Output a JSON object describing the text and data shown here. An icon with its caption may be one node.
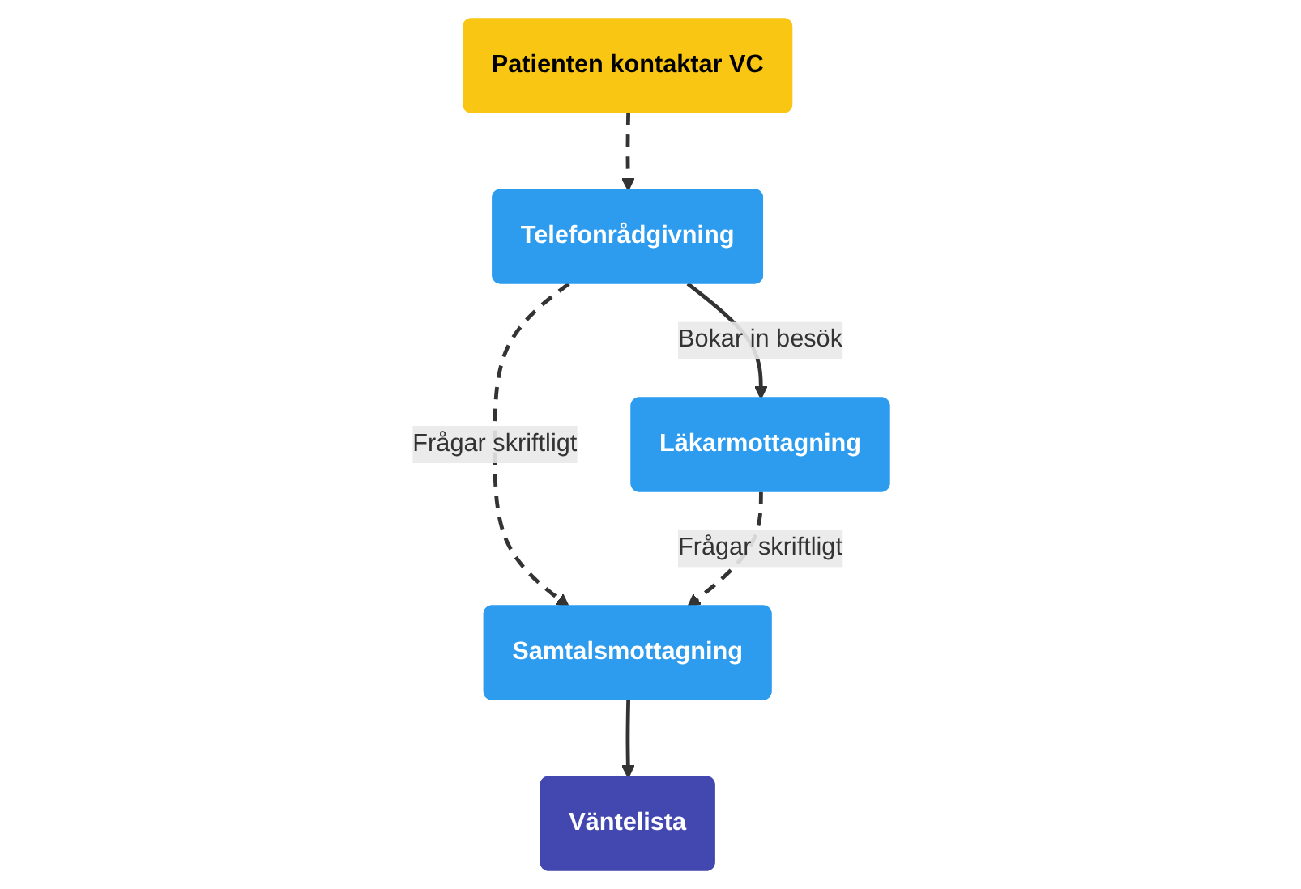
{
  "diagram": {
    "nodes": [
      {
        "text": [
          "Patienten kontaktar VC"
        ]
      },
      {
        "text": [
          "Telefonrådgivning"
        ]
      },
      {
        "text": [
          "Läkarmottagning"
        ]
      },
      {
        "text": [
          "Samtalsmottagning"
        ]
      },
      {
        "text": [
          "Väntelista"
        ]
      }
    ],
    "edges": [
      {
        "from": 0,
        "to": 1,
        "arrow": "to",
        "style": "dashed"
      },
      {
        "from": 1,
        "to": 2,
        "arrow": "to",
        "label": "Bokar in besök"
      },
      {
        "from": 1,
        "to": 3,
        "arrow": "to",
        "label": "Frågar skriftligt",
        "style": "dashed"
      },
      {
        "from": 2,
        "to": 3,
        "arrow": "to",
        "label": "Frågar skriftligt",
        "style": "dashed"
      },
      {
        "from": 3,
        "to": 4,
        "arrow": "to"
      }
    ]
  }
}
